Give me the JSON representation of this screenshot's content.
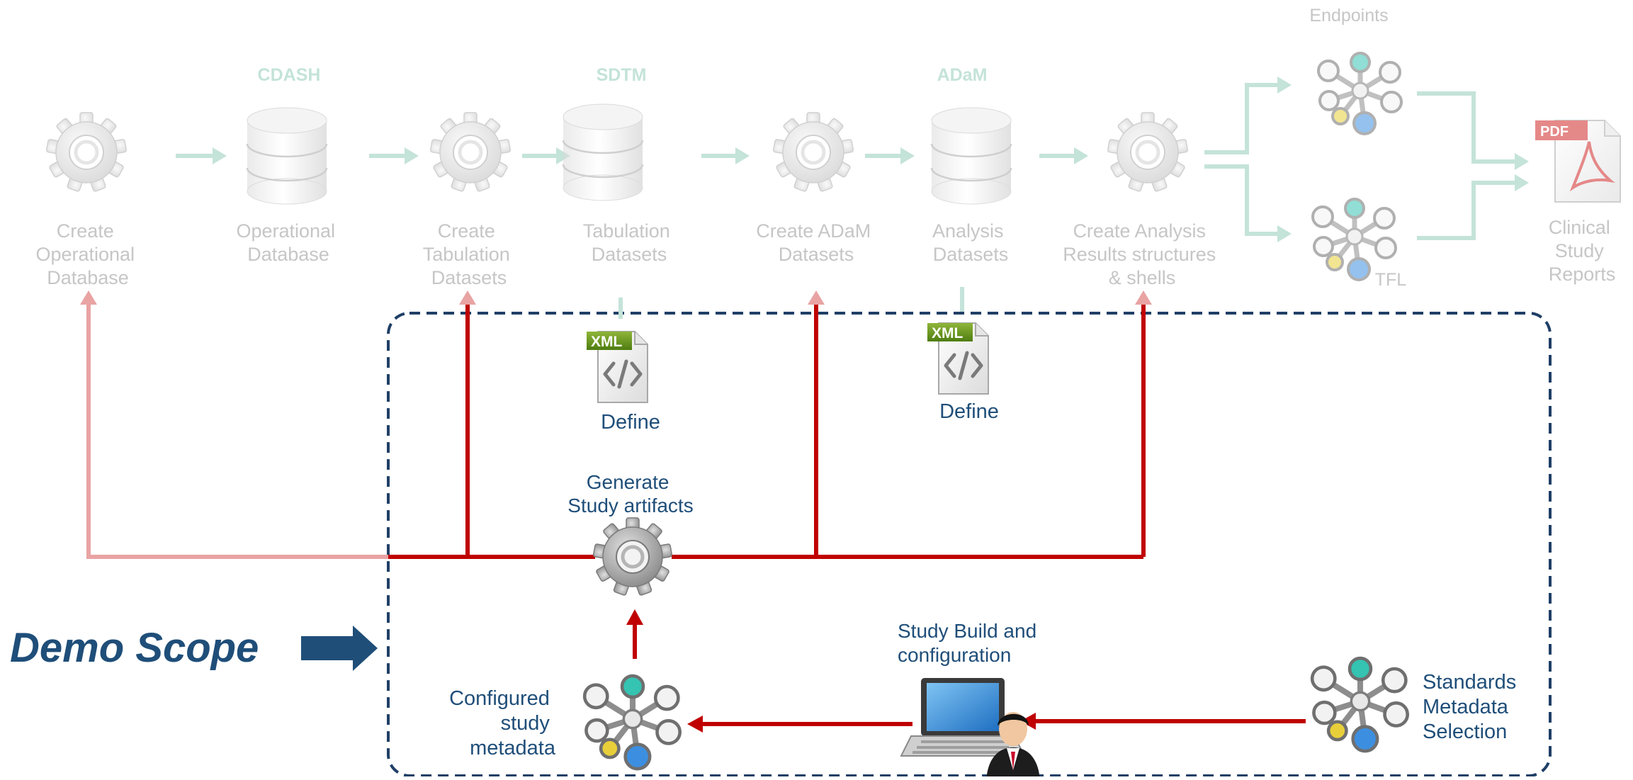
{
  "colors": {
    "faded_text": "#c6c6c6",
    "standard_header": "#c4e3d9",
    "flow_arrow": "#c4e3d9",
    "active_red": "#c00000",
    "faded_red": "#e9a3a3",
    "scope_border": "#1f3f66",
    "scope_label": "#1f4e79"
  },
  "standards": {
    "cdash": "CDASH",
    "sdtm": "SDTM",
    "adam": "ADaM",
    "endpoints": "Endpoints"
  },
  "steps": {
    "create_operational_database": [
      "Create",
      "Operational",
      "Database"
    ],
    "operational_database": [
      "Operational",
      "Database"
    ],
    "create_tabulation_datasets": [
      "Create",
      "Tabulation",
      "Datasets"
    ],
    "tabulation_datasets": [
      "Tabulation",
      "Datasets"
    ],
    "create_adam_datasets": [
      "Create ADaM",
      "Datasets"
    ],
    "analysis_datasets": [
      "Analysis",
      "Datasets"
    ],
    "create_analysis_results": [
      "Create Analysis",
      "Results structures",
      "& shells"
    ],
    "tfl": "TFL",
    "clinical_study_reports": [
      "Clinical",
      "Study",
      "Reports"
    ]
  },
  "badges": {
    "xml": "XML",
    "pdf": "PDF"
  },
  "define_1": "Define",
  "define_2": "Define",
  "generate": [
    "Generate",
    "Study artifacts"
  ],
  "study_build": [
    "Study Build and",
    "configuration"
  ],
  "configured": [
    "Configured",
    "study",
    "metadata"
  ],
  "standards_selection": [
    "Standards",
    "Metadata",
    "Selection"
  ],
  "demo_scope": "Demo Scope",
  "icons": [
    "gear-icon",
    "database-icon",
    "network-icon",
    "xml-file-icon",
    "pdf-file-icon",
    "laptop-user-icon",
    "block-arrow-icon"
  ]
}
